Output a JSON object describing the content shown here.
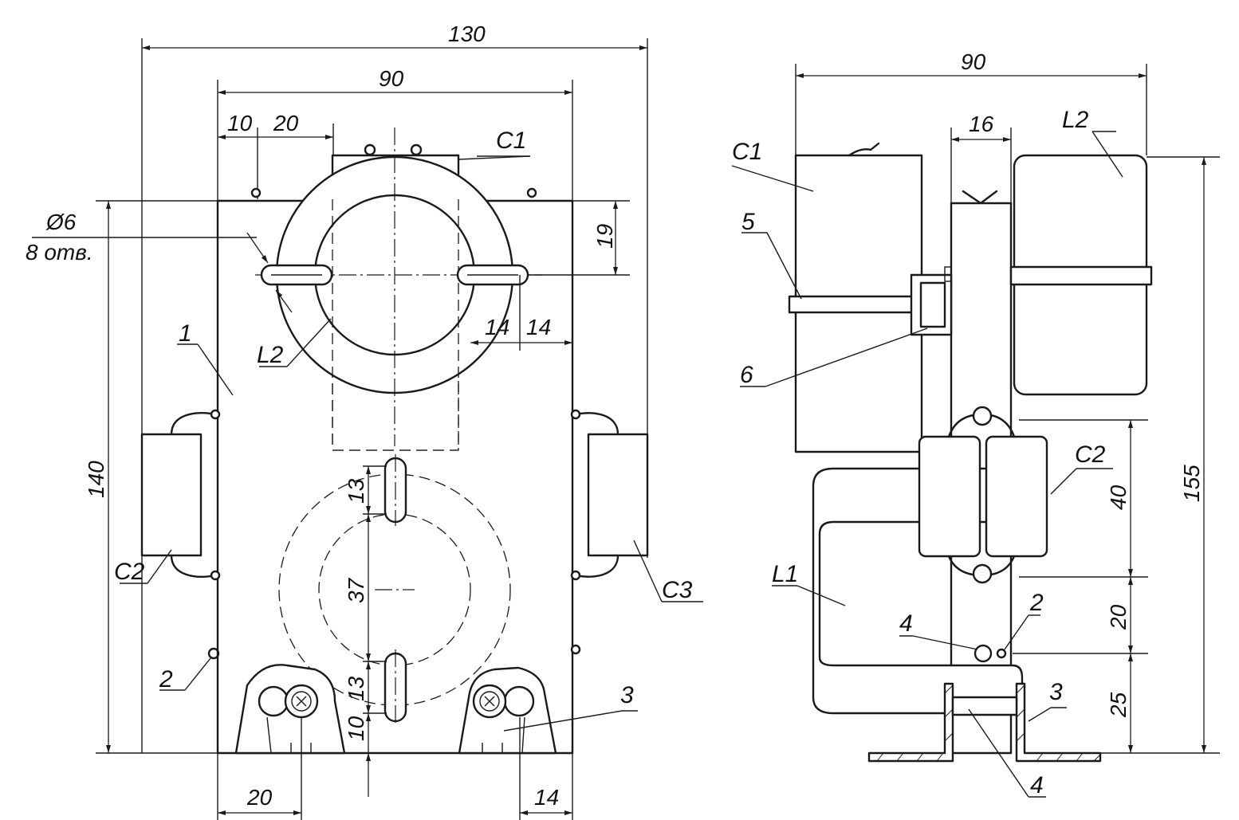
{
  "front_view": {
    "dimensions": {
      "overall_width": "130",
      "plate_width": "90",
      "offset_a": "10",
      "offset_b": "20",
      "hole_spacing_top": "19",
      "hole_label_diameter": "Ø6",
      "hole_label_count": "8 отв.",
      "height": "140",
      "slot_a": "14",
      "slot_b": "14",
      "slot_upper": "13",
      "center_span": "37",
      "slot_lower": "13",
      "bottom_gap": "10",
      "foot_offset_left": "20",
      "foot_offset_right": "14"
    },
    "labels": {
      "c1": "C1",
      "l2": "L2",
      "base_plate": "1",
      "c2": "C2",
      "c3": "C3",
      "pin": "2",
      "bracket": "3"
    }
  },
  "side_view": {
    "dimensions": {
      "depth": "90",
      "plate_thickness": "16",
      "total_height": "155",
      "cap_height": "40",
      "pitch_mid": "20",
      "pitch_low": "25"
    },
    "labels": {
      "c1": "C1",
      "l2": "L2",
      "strap": "5",
      "clamp": "6",
      "c2": "C2",
      "l1": "L1",
      "screw_upper": "4",
      "pin": "2",
      "bracket": "3",
      "screw_lower": "4"
    }
  }
}
